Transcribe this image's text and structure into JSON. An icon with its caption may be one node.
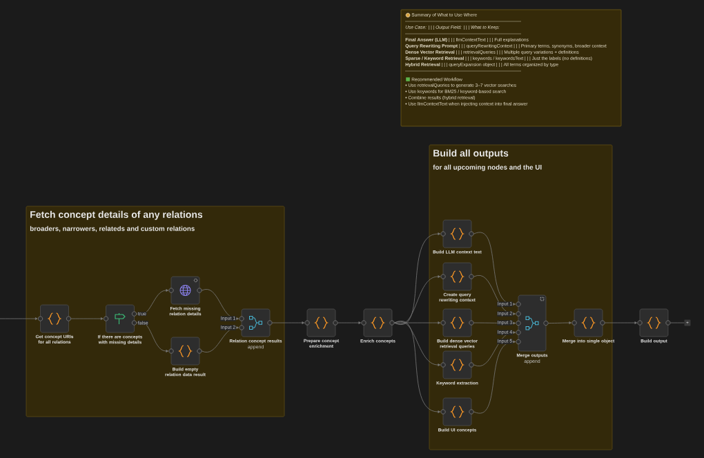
{
  "diagram": {
    "nodes": [
      {
        "text": [
          "Summary of What to Use Where",
          "Use Case: | | | Output Field: | | | What to Keep:",
          "**Final Answer (LLM)** | | | llmContextText | | | Full explanations",
          "**Query Rewriting Prompt** | | | queryRewritingContext | | | Primary terms, synonyms, broader context",
          "**Dense Vector Retrieval** | | | retrievalQueries | | | Multiple query variations + definitions",
          "**Sparse / Keyword Retrieval** | | | keywords / keywordsText | | | Just the labels (no definitions)",
          "**Hybrid Retrieval** | | | queryExpansion object | | | All terms organized by type",
          "Recommended Workflow",
          "• Use retrievalQueries to generate 3–7 vector searches",
          "• Use keywords for BM25 / keyword-based search",
          "• Combine results (hybrid retrieval)",
          "• Use llmContextText when injecting context into final answer"
        ]
      },
      {
        "text": [
          "Fetch concept details of any relations",
          "broaders, narrowers, relateds and custom relations"
        ]
      },
      {
        "text": [
          "Get concept URIs for all relations"
        ],
        "in": 1
      },
      {
        "text": [
          "If there are concepts with missing details"
        ],
        "in": 1
      },
      {
        "text": [
          "Fetch missing relation details"
        ],
        "in": 1
      },
      {
        "text": [
          "Build empty relation data result"
        ],
        "in": 1
      },
      {
        "text": [
          "Relation concept results",
          "append"
        ],
        "in": 1
      },
      {
        "text": [
          "Prepare concept enrichment"
        ]
      },
      {
        "text": [
          "Enrich concepts"
        ]
      },
      {
        "text": [
          "Build all outputs",
          "for all upcoming nodes and the UI"
        ]
      },
      {
        "text": [
          "Build LLM context text"
        ],
        "in": 9
      },
      {
        "text": [
          "Create query rewriting context"
        ],
        "in": 9
      },
      {
        "text": [
          "Build dense vector retrieval queries"
        ],
        "in": 9
      },
      {
        "text": [
          "Keyword extraction"
        ],
        "in": 9
      },
      {
        "text": [
          "Build UI concepts"
        ],
        "in": 9
      },
      {
        "text": [
          "Merge outputs",
          "append"
        ],
        "in": 9
      },
      {
        "text": [
          "Merge into single object"
        ],
        "in": 9
      },
      {
        "text": [
          "Build output"
        ]
      },
      {
        "text": [
          "+"
        ]
      }
    ],
    "edges": [
      {
        "from": null,
        "to": 2,
        "arrow": "to"
      },
      {
        "from": 2,
        "to": 3,
        "arrow": "to"
      },
      {
        "from": 3,
        "to": 4,
        "arrow": "to"
      },
      {
        "from": 3,
        "to": 5,
        "arrow": "to"
      },
      {
        "from": 4,
        "to": 6,
        "arrow": "to"
      },
      {
        "from": 5,
        "to": 6,
        "arrow": "to"
      },
      {
        "from": 6,
        "to": 7,
        "arrow": "to"
      },
      {
        "from": 7,
        "to": 8,
        "arrow": "to"
      },
      {
        "from": 8,
        "to": 10,
        "arrow": "to"
      },
      {
        "from": 8,
        "to": 11,
        "arrow": "to"
      },
      {
        "from": 8,
        "to": 12,
        "arrow": "to"
      },
      {
        "from": 8,
        "to": 13,
        "arrow": "to"
      },
      {
        "from": 8,
        "to": 14,
        "arrow": "to"
      },
      {
        "from": 10,
        "to": 15,
        "arrow": "to"
      },
      {
        "from": 11,
        "to": 15,
        "arrow": "to"
      },
      {
        "from": 12,
        "to": 15,
        "arrow": "to"
      },
      {
        "from": 13,
        "to": 15,
        "arrow": "to"
      },
      {
        "from": 14,
        "to": 15,
        "arrow": "to"
      },
      {
        "from": 15,
        "to": 16,
        "arrow": "to"
      },
      {
        "from": 16,
        "to": 17,
        "arrow": "to"
      },
      {
        "from": 17,
        "to": 18,
        "arrow": "none"
      }
    ],
    "labels": [
      "true",
      "false",
      "Input 1",
      "Input 2",
      "Input 1",
      "Input 2",
      "Input 3",
      "Input 4",
      "Input 5"
    ]
  }
}
